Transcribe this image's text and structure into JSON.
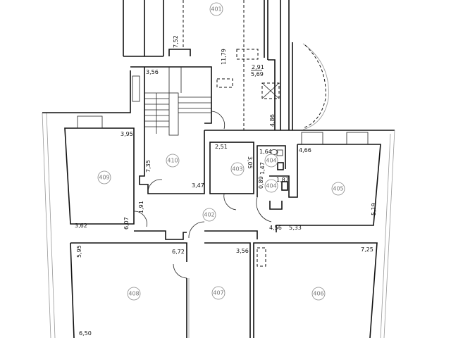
{
  "rooms": [
    {
      "id": "401"
    },
    {
      "id": "402"
    },
    {
      "id": "403"
    },
    {
      "id": "404a",
      "label": "404"
    },
    {
      "id": "404b",
      "label": "404"
    },
    {
      "id": "405"
    },
    {
      "id": "406"
    },
    {
      "id": "407"
    },
    {
      "id": "408"
    },
    {
      "id": "409"
    },
    {
      "id": "410"
    }
  ],
  "dimensions": {
    "d401_side": "7,52",
    "d401_len": "11,79",
    "d401_frac_top": "2,91",
    "d401_frac_bottom": "5,69",
    "d401_right": "4,86",
    "stair": "3,56",
    "d409_top": "3,95",
    "d409_bottom": "3,62",
    "d409_side": "6,07",
    "d410_side": "7,35",
    "d410_bottom": "3,47",
    "corr_side": "1,91",
    "d403_top": "2,51",
    "d403_side": "3,05",
    "d404a": "1,64",
    "d404a_side": "1,47",
    "d404b": "1,87",
    "d404b_side": "0,89",
    "d405_top": "4,66",
    "d405_side": "5,19",
    "d405_bottom_l": "4,56",
    "d405_bottom_r": "5,33",
    "d408_side": "5,95",
    "d408_top": "6,72",
    "d408_bottom": "6,50",
    "d407_top": "3,56",
    "d406_top": "7,25"
  }
}
